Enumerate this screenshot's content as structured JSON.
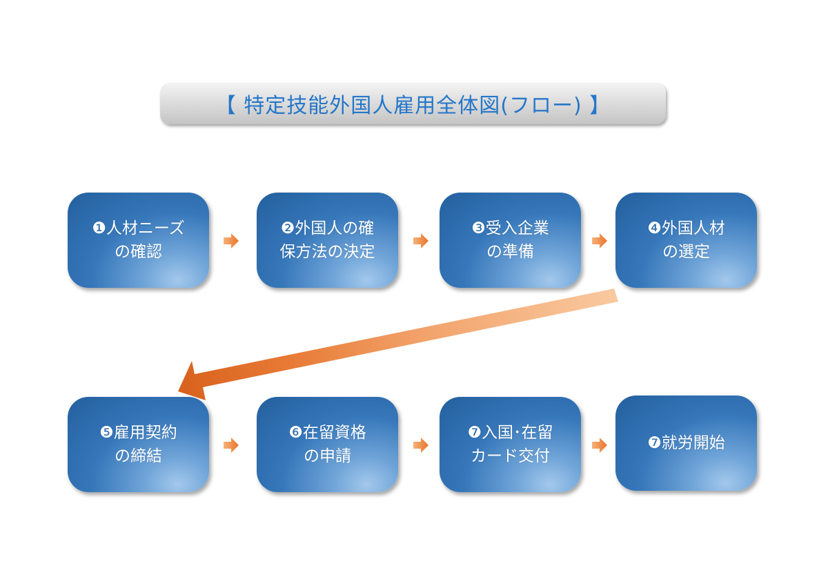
{
  "title": "【 特定技能外国人雇用全体図(フロー) 】",
  "steps": [
    {
      "lines": [
        "❶人材ニーズ",
        "の確認"
      ]
    },
    {
      "lines": [
        "❷外国人の確",
        "保方法の決定"
      ]
    },
    {
      "lines": [
        "❸受入企業",
        "の準備"
      ]
    },
    {
      "lines": [
        "❹外国人材",
        "の選定"
      ]
    },
    {
      "lines": [
        "❺雇用契約",
        "の締結"
      ]
    },
    {
      "lines": [
        "❻在留資格",
        "の申請"
      ]
    },
    {
      "lines": [
        "❼入国･在留",
        "カード交付"
      ]
    },
    {
      "lines": [
        "❼就労開始"
      ]
    }
  ],
  "colors": {
    "title_text": "#2577c9",
    "box_blue": "#3677ba",
    "arrow_orange": "#e9742a"
  }
}
